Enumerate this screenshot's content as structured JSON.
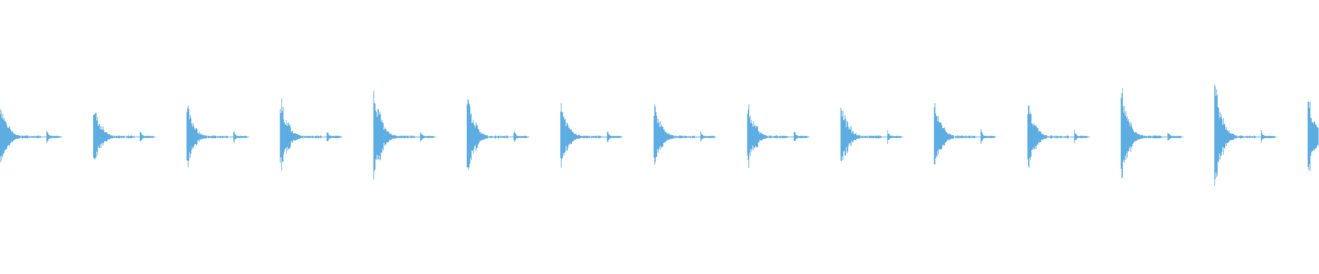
{
  "waveform": {
    "color": "#5dade2",
    "background": "#ffffff",
    "hit_count": 15,
    "hit_peaks": [
      0.52,
      0.48,
      0.47,
      0.58,
      0.74,
      0.6,
      0.5,
      0.49,
      0.51,
      0.5,
      0.5,
      0.53,
      0.73,
      0.81,
      0.6
    ]
  }
}
